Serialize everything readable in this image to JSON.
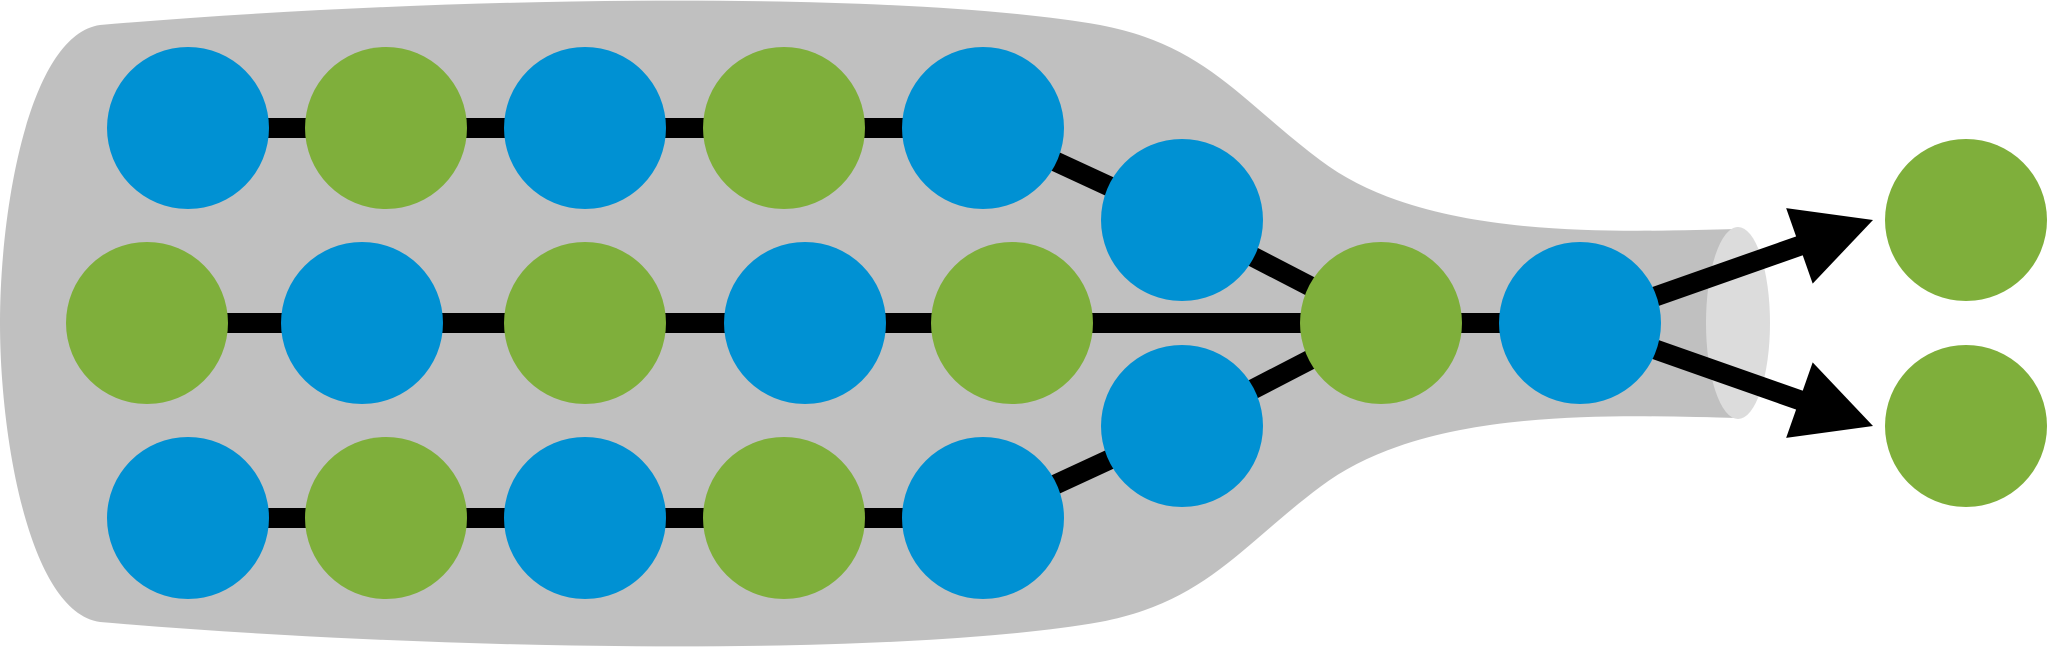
{
  "colors": {
    "funnel_fill": "#c0c0c0",
    "funnel_mouth": "#dcdcdc",
    "connector": "#000000",
    "arrow": "#000000",
    "blue_ball": "#0091d3",
    "green_ball": "#7faf3b",
    "background": "#ffffff"
  },
  "icons": {
    "ball": "filled-circle",
    "arrow": "triangle-arrowhead"
  },
  "lanes": [
    {
      "id": "top",
      "sequence": [
        "blue",
        "green",
        "blue",
        "green",
        "blue"
      ]
    },
    {
      "id": "middle",
      "sequence": [
        "green",
        "blue",
        "green",
        "blue",
        "green"
      ]
    },
    {
      "id": "bottom",
      "sequence": [
        "blue",
        "green",
        "blue",
        "green",
        "blue"
      ]
    }
  ],
  "merge_nodes": [
    "blue",
    "blue"
  ],
  "neck_sequence": [
    "green",
    "blue"
  ],
  "outputs": [
    "green",
    "green"
  ]
}
